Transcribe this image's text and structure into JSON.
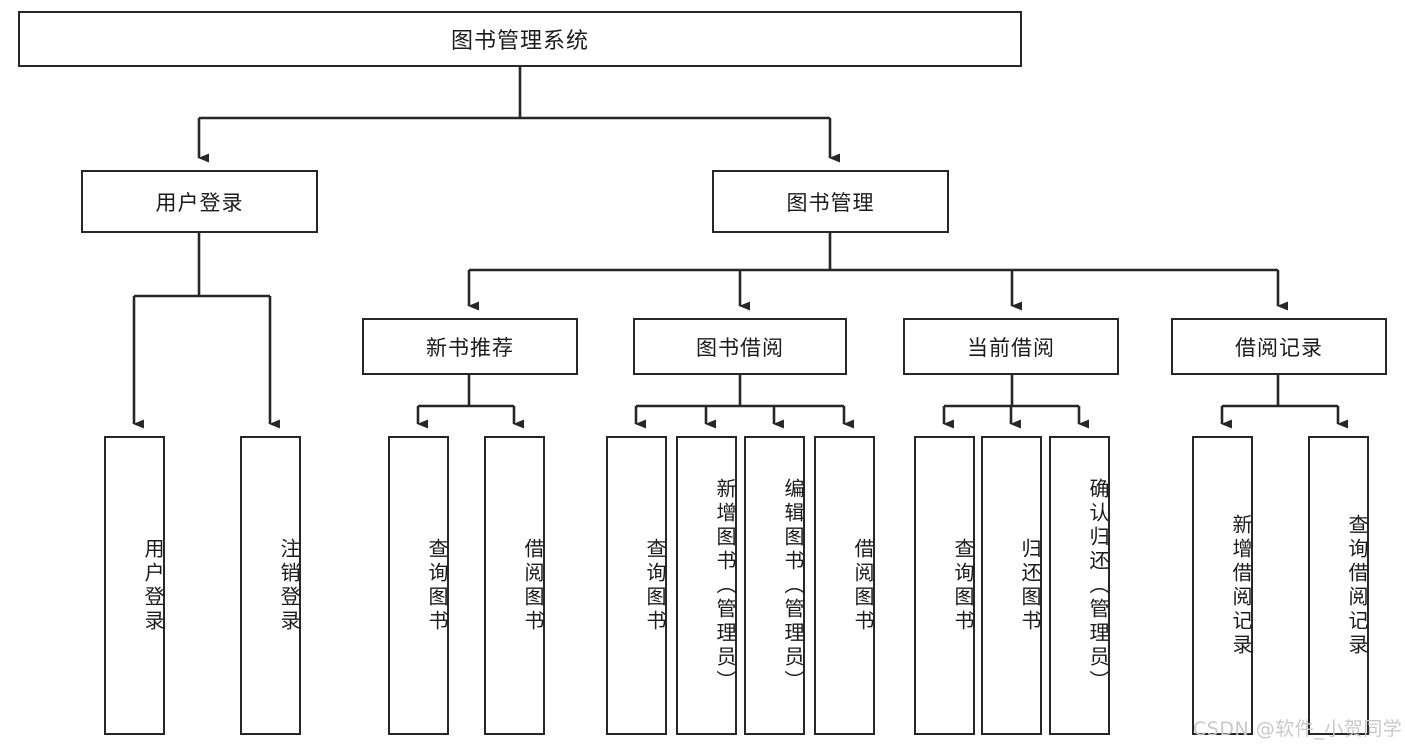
{
  "diagram": {
    "kind": "hierarchy-tree",
    "title": "图书管理系统",
    "root": {
      "label": "图书管理系统"
    },
    "level1": [
      {
        "id": "user-login",
        "label": "用户登录"
      },
      {
        "id": "book-manage",
        "label": "图书管理"
      }
    ],
    "level2": [
      {
        "id": "new-book-recommend",
        "label": "新书推荐"
      },
      {
        "id": "book-borrow",
        "label": "图书借阅"
      },
      {
        "id": "current-borrow",
        "label": "当前借阅"
      },
      {
        "id": "borrow-record",
        "label": "借阅记录"
      }
    ],
    "leaves": {
      "user_login": [
        {
          "id": "leaf-user-login",
          "label": "用户登录"
        },
        {
          "id": "leaf-logout-login",
          "label": "注销登录"
        }
      ],
      "new_book_recommend": [
        {
          "id": "leaf-query-book-1",
          "label": "查询图书"
        },
        {
          "id": "leaf-borrow-book-1",
          "label": "借阅图书"
        }
      ],
      "book_borrow": [
        {
          "id": "leaf-query-book-2",
          "label": "查询图书"
        },
        {
          "id": "leaf-add-book",
          "label": "新增图书（管理员）"
        },
        {
          "id": "leaf-edit-book",
          "label": "编辑图书（管理员）"
        },
        {
          "id": "leaf-borrow-book-2",
          "label": "借阅图书"
        }
      ],
      "current_borrow": [
        {
          "id": "leaf-query-book-3",
          "label": "查询图书"
        },
        {
          "id": "leaf-return-book",
          "label": "归还图书"
        },
        {
          "id": "leaf-confirm-return",
          "label": "确认归还（管理员）"
        }
      ],
      "borrow_record": [
        {
          "id": "leaf-add-record",
          "label": "新增借阅记录"
        },
        {
          "id": "leaf-query-record",
          "label": "查询借阅记录"
        }
      ]
    },
    "watermark": "CSDN @软件_小贺同学",
    "colors": {
      "stroke": "#27272a",
      "fill": "#ffffff",
      "text": "#1b1b1b",
      "watermark": "#c9c9c9"
    }
  }
}
